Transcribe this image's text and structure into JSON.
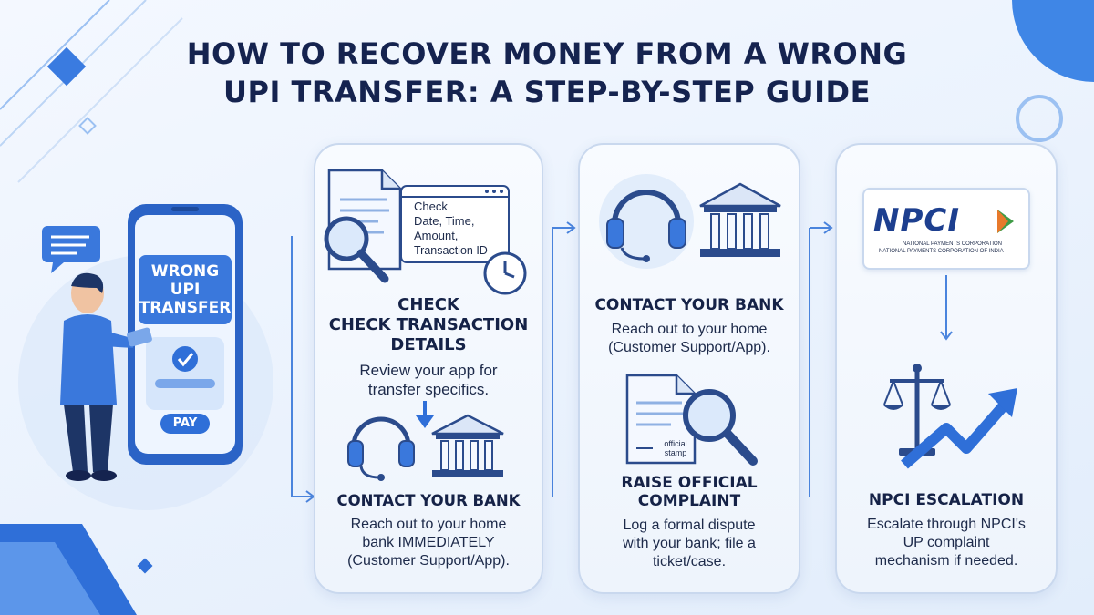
{
  "title": {
    "line1": "HOW TO RECOVER MONEY FROM A WRONG",
    "line2": "UPI TRANSFER: A STEP-BY-STEP GUIDE"
  },
  "phone": {
    "banner_line1": "WRONG",
    "banner_line2": "UPI",
    "banner_line3": "TRANSFER",
    "pay_label": "PAY"
  },
  "step1": {
    "check_box": {
      "line1": "Check",
      "line2": "Date, Time,",
      "line3": "Amount,",
      "line4": "Transaction ID"
    },
    "heading_line1": "CHECK",
    "heading_line2": "CHECK TRANSACTION",
    "heading_line3": "DETAILS",
    "body_line1": "Review your app for",
    "body_line2": "transfer specifics.",
    "sub_heading": "CONTACT YOUR BANK",
    "sub_body_line1": "Reach out to your home",
    "sub_body_line2": "bank IMMEDIATELY",
    "sub_body_line3": "(Customer Support/App)."
  },
  "step2": {
    "heading": "CONTACT YOUR BANK",
    "body_line1": "Reach out to your home",
    "body_line2": "(Customer Support/App).",
    "stamp_line1": "official",
    "stamp_line2": "stamp",
    "sub_heading_line1": "RAISE OFFICIAL",
    "sub_heading_line2": "COMPLAINT",
    "sub_body_line1": "Log a formal dispute",
    "sub_body_line2": "with your bank; file a",
    "sub_body_line3": "ticket/case."
  },
  "step3": {
    "logo_text": "NPCI",
    "logo_sub1": "NATIONAL PAYMENTS CORPORATION",
    "logo_sub2": "NATIONAL PAYMENTS CORPORATION OF INDIA",
    "heading": "NPCI ESCALATION",
    "body_line1": "Escalate through NPCI's",
    "body_line2": "UP complaint",
    "body_line3": "mechanism if needed."
  },
  "colors": {
    "primary_blue": "#2f6fd8",
    "dark_navy": "#15234f",
    "light_blue": "#9cc1f2",
    "npci_orange": "#e8792b",
    "npci_green": "#3f9b46"
  }
}
